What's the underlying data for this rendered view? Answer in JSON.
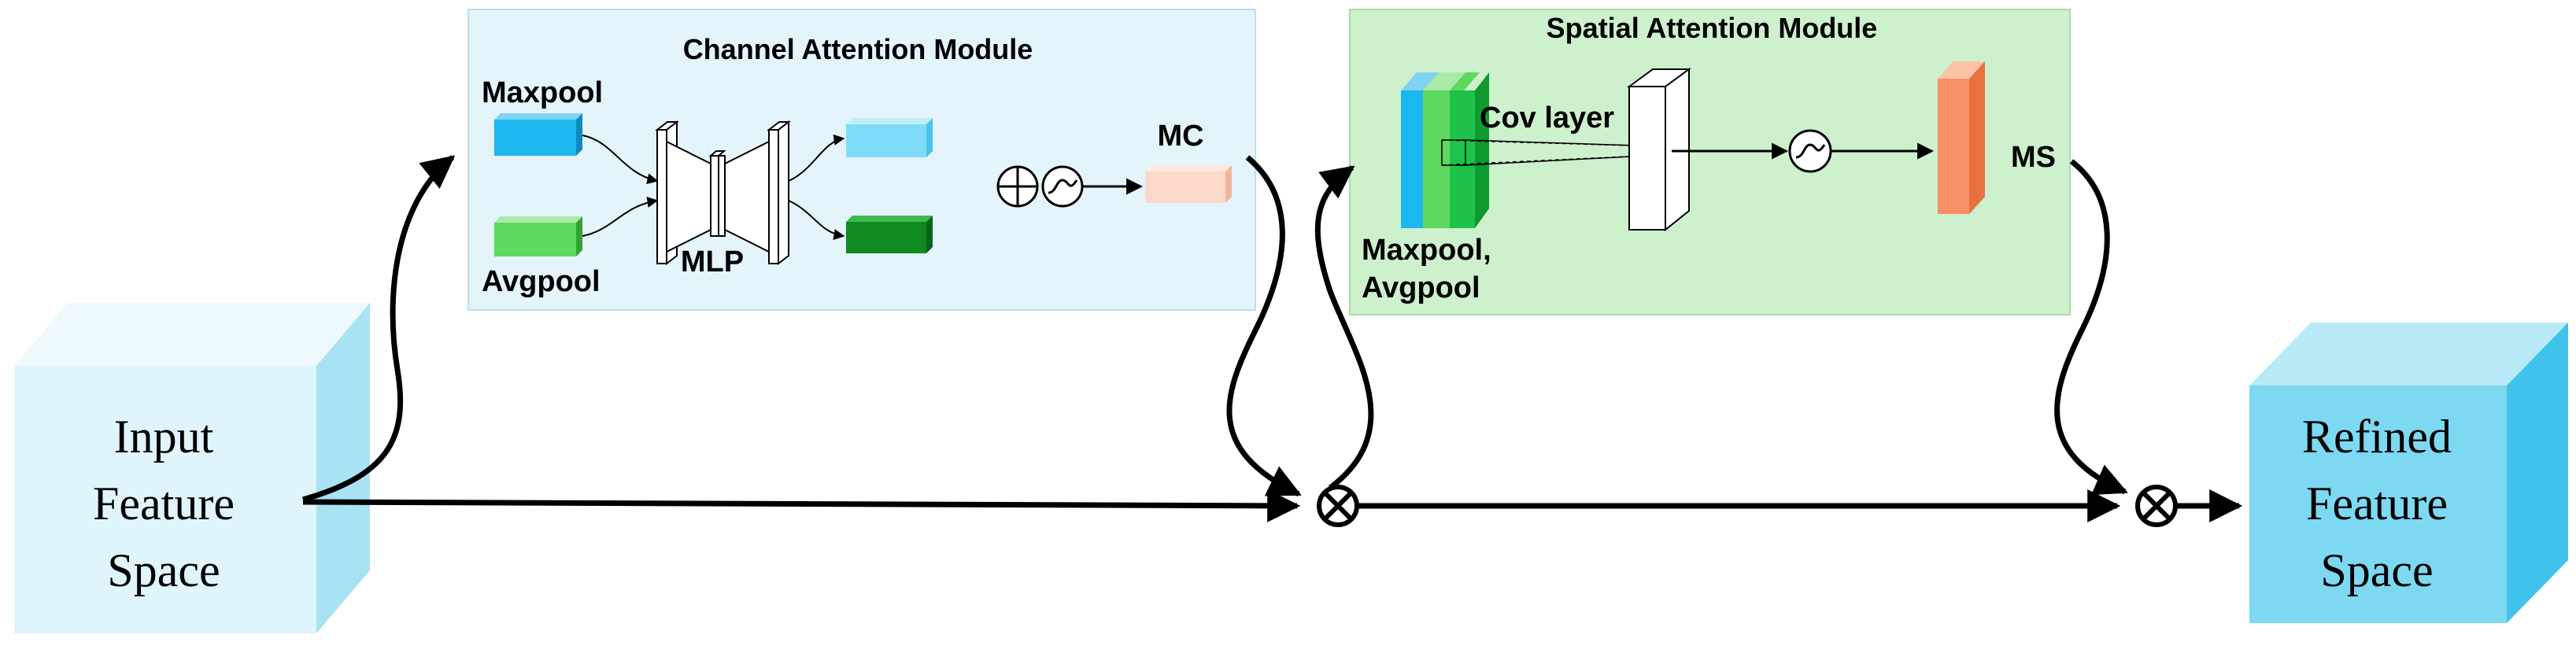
{
  "input_block": {
    "lines": [
      "Input",
      "Feature",
      "Space"
    ]
  },
  "output_block": {
    "lines": [
      "Refined",
      "Feature",
      "Space"
    ]
  },
  "channel_module": {
    "title": "Channel Attention Module",
    "maxpool_label": "Maxpool",
    "avgpool_label": "Avgpool",
    "mlp_label": "MLP",
    "mc_label": "MC"
  },
  "spatial_module": {
    "title": "Spatial Attention Module",
    "pool_label_line1": "Maxpool,",
    "pool_label_line2": "Avgpool",
    "conv_label": "Cov layer",
    "ms_label": "MS"
  },
  "colors": {
    "channel_bg": "#e3f4fb",
    "spatial_bg": "#cdf0cd",
    "cube_light_front": "#dff4fb",
    "cube_light_side": "#a8e3f3",
    "cube_refined_front": "#7dd8f1",
    "cube_refined_side": "#3fc3ea",
    "maxpool_blue": "#1cb7ee",
    "avgpool_green": "#5ed85e",
    "out_light_blue": "#7fdcf8",
    "out_dark_green": "#0e8a1f",
    "mc_pink": "#fcd9c9",
    "ms_orange": "#f89065"
  },
  "icons": [
    "sum-icon",
    "sigmoid-icon",
    "multiply-icon"
  ]
}
